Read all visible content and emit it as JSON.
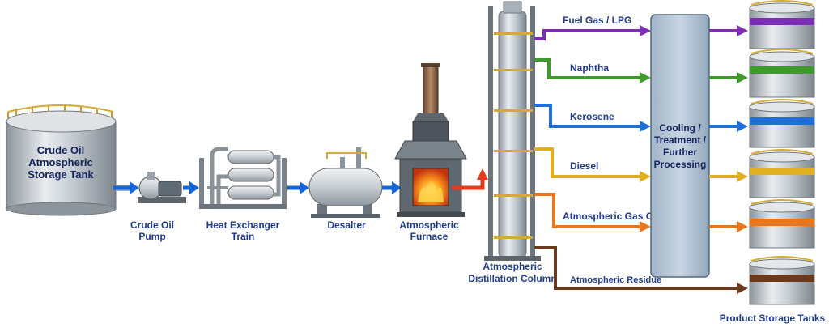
{
  "equipment": {
    "storage_tank": {
      "line1": "Crude Oil",
      "line2": "Atmospheric",
      "line3": "Storage Tank"
    },
    "pump": {
      "line1": "Crude Oil",
      "line2": "Pump"
    },
    "heat_exchanger": {
      "line1": "Heat Exchanger",
      "line2": "Train"
    },
    "desalter": {
      "line1": "Desalter"
    },
    "furnace": {
      "line1": "Atmospheric",
      "line2": "Furnace"
    },
    "column": {
      "line1": "Atmospheric",
      "line2": "Distillation Column"
    }
  },
  "processing_box": {
    "line1": "Cooling /",
    "line2": "Treatment /",
    "line3": "Further",
    "line4": "Processing"
  },
  "products": [
    {
      "name": "Fuel Gas / LPG",
      "color": "#7b2fb5"
    },
    {
      "name": "Naphtha",
      "color": "#3f9a2c"
    },
    {
      "name": "Kerosene",
      "color": "#1f6fd6"
    },
    {
      "name": "Diesel",
      "color": "#e0b020"
    },
    {
      "name": "Atmospheric Gas Oil",
      "color": "#e8761a"
    },
    {
      "name": "Atmospheric Residue",
      "color": "#6b3a1e"
    }
  ],
  "product_tanks_label": "Product Storage Tanks",
  "colors": {
    "feed_flow": "#1565d8",
    "hot_flow": "#e53a1c",
    "label_blue": "#1f3b8c"
  }
}
